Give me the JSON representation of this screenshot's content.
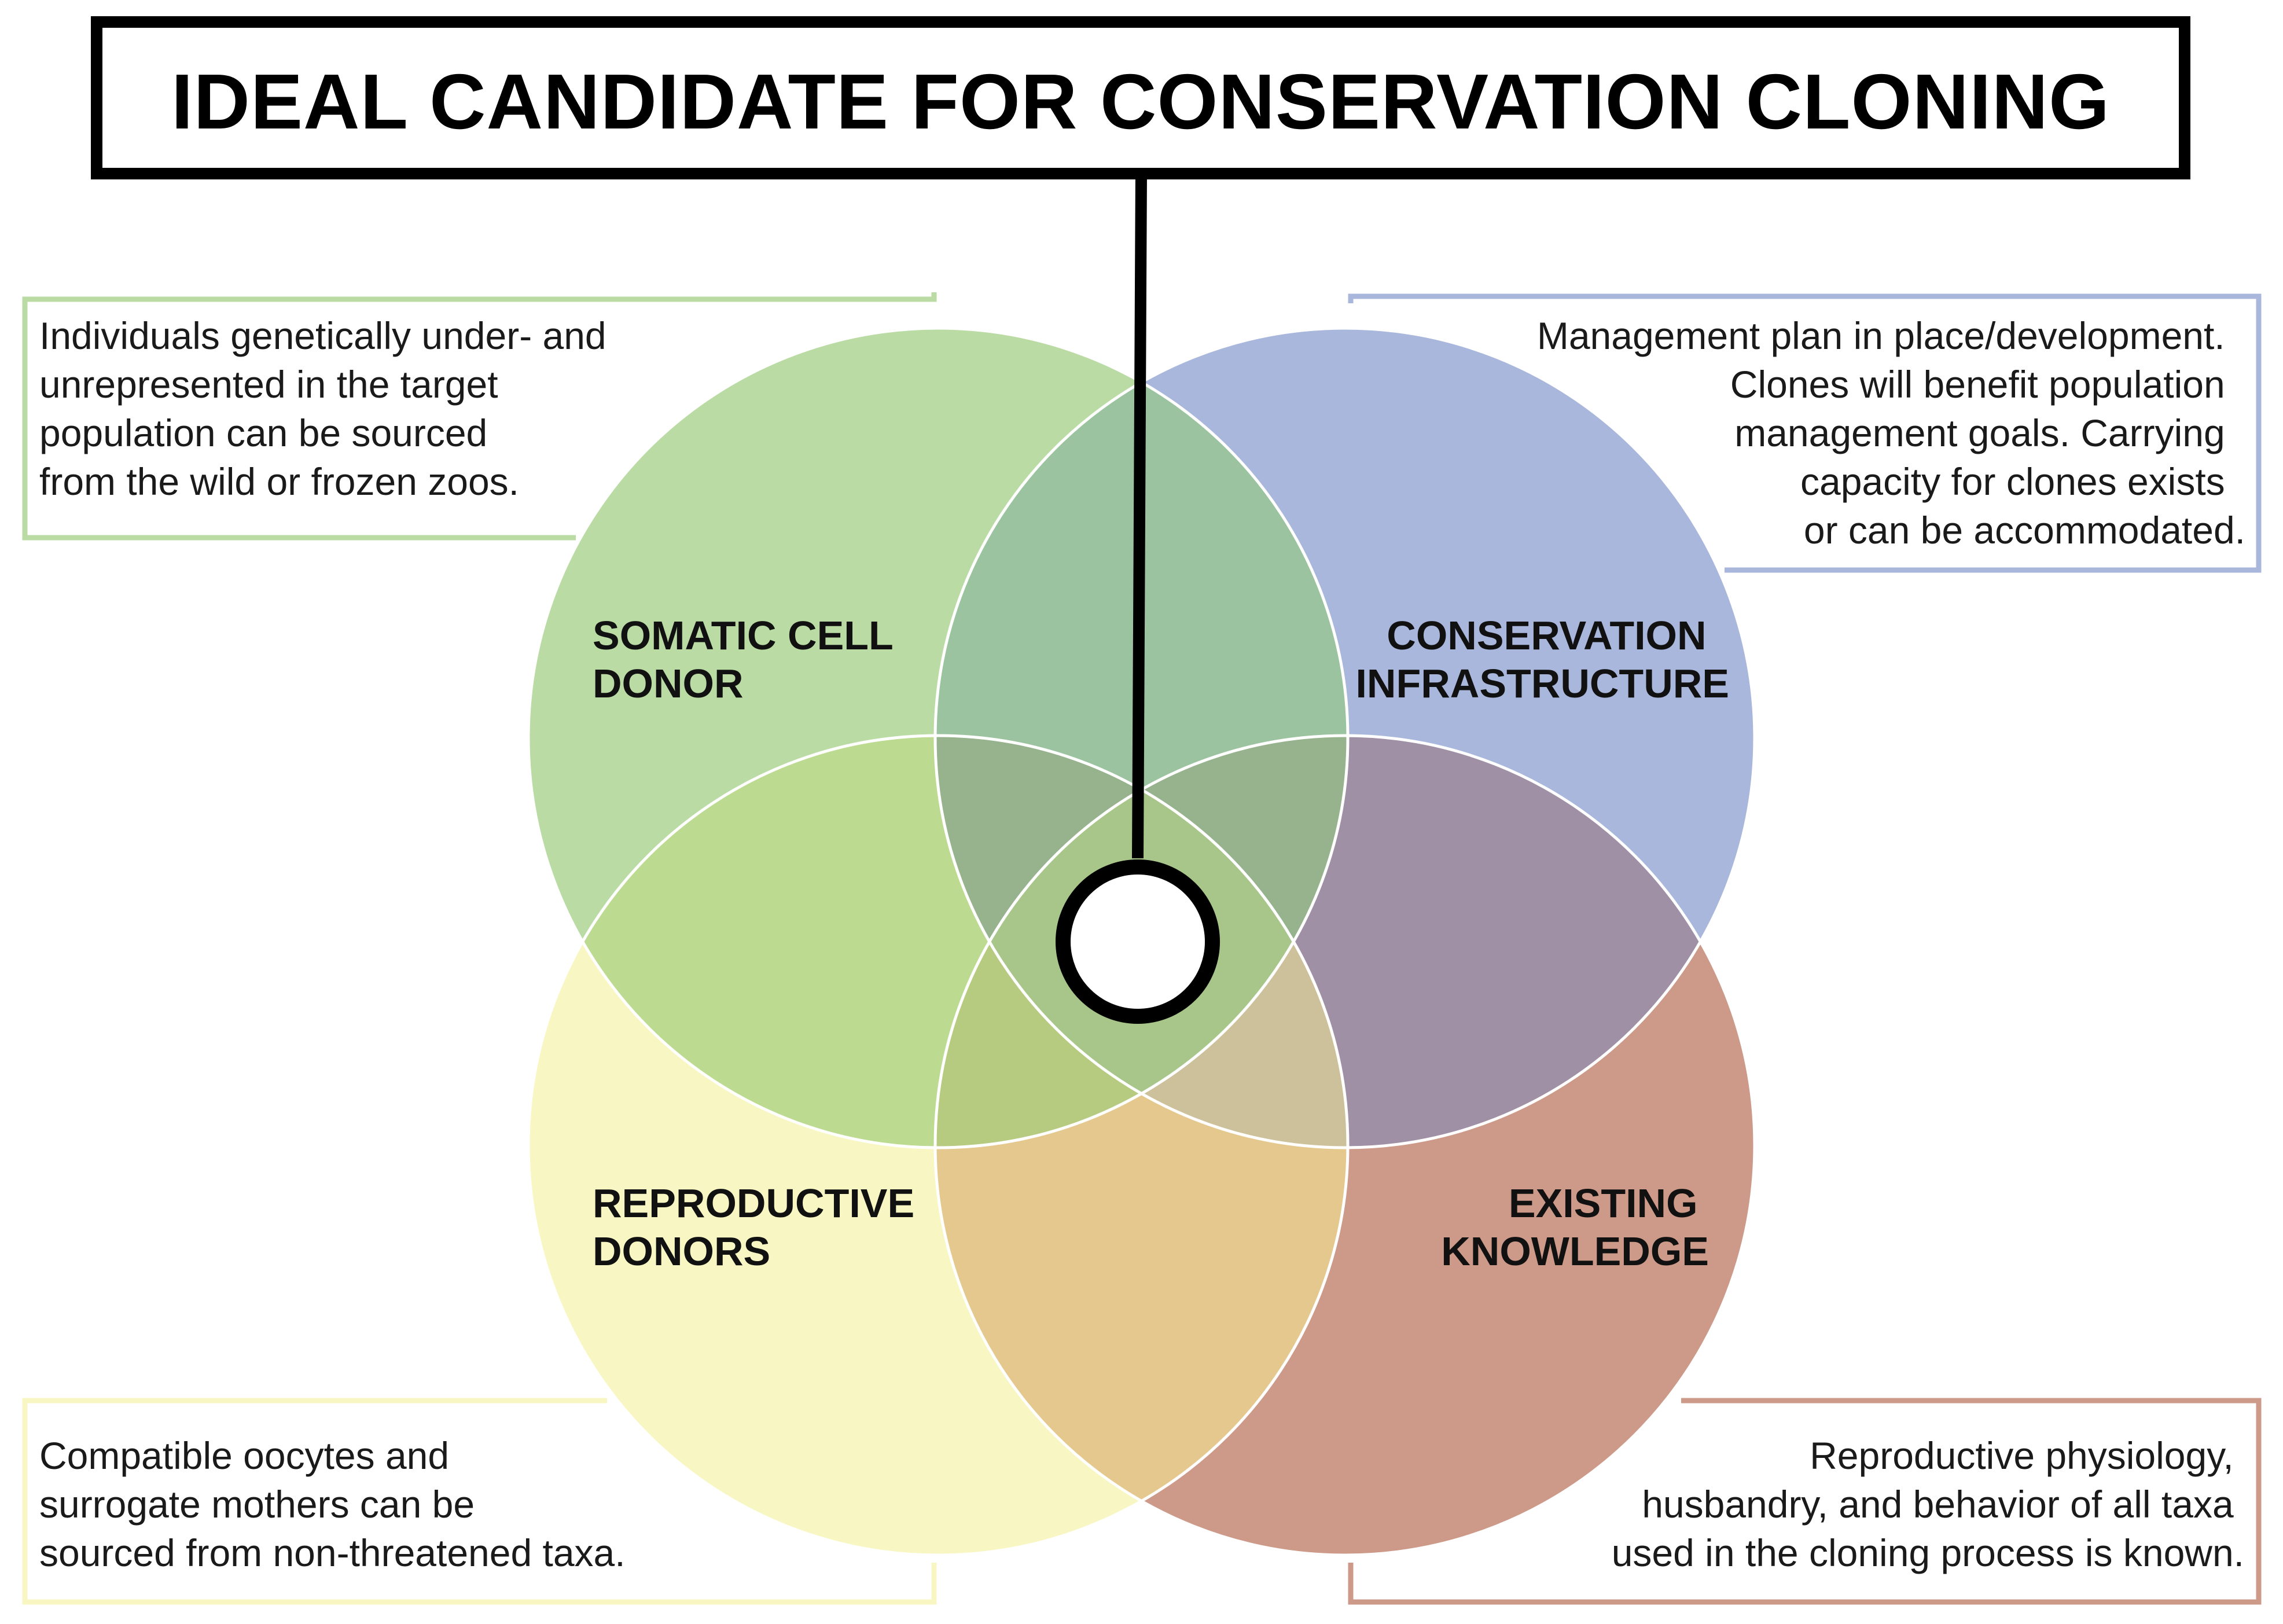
{
  "title": "IDEAL CANDIDATE FOR CONSERVATION CLONING",
  "colors": {
    "somatic": "#bbdba4",
    "conservation": "#a9b7dc",
    "reproductive": "#f8f7c3",
    "knowledge": "#cd9988",
    "somatic_conservation": "#9bc39f",
    "somatic_reproductive": "#bcda90",
    "conservation_knowledge": "#a090a6",
    "reproductive_knowledge": "#e5c88e",
    "triple_top": "#97b38e",
    "triple_left": "#a9cb83",
    "triple_right": "#cdc19c",
    "triple_bottom": "#b7cb80",
    "center": "#a8c689"
  },
  "circles": {
    "somatic": {
      "label_line1": "SOMATIC CELL",
      "label_line2": "DONOR",
      "desc": [
        "Individuals genetically under- and",
        "unrepresented in the target",
        "population can be sourced",
        "from the wild or frozen zoos."
      ]
    },
    "conservation": {
      "label_line1": "CONSERVATION",
      "label_line2": "INFRASTRUCTURE",
      "desc": [
        "Management plan in place/development.",
        "Clones will benefit population",
        "management goals. Carrying",
        "capacity for clones exists",
        "or can be accommodated."
      ]
    },
    "reproductive": {
      "label_line1": "REPRODUCTIVE",
      "label_line2": "DONORS",
      "desc": [
        "Compatible oocytes and",
        "surrogate mothers can be",
        "sourced from non-threatened taxa."
      ]
    },
    "knowledge": {
      "label_line1": "EXISTING",
      "label_line2": "KNOWLEDGE",
      "desc": [
        "Reproductive physiology,",
        "husbandry, and behavior of all taxa",
        "used in the cloning process is known."
      ]
    }
  }
}
